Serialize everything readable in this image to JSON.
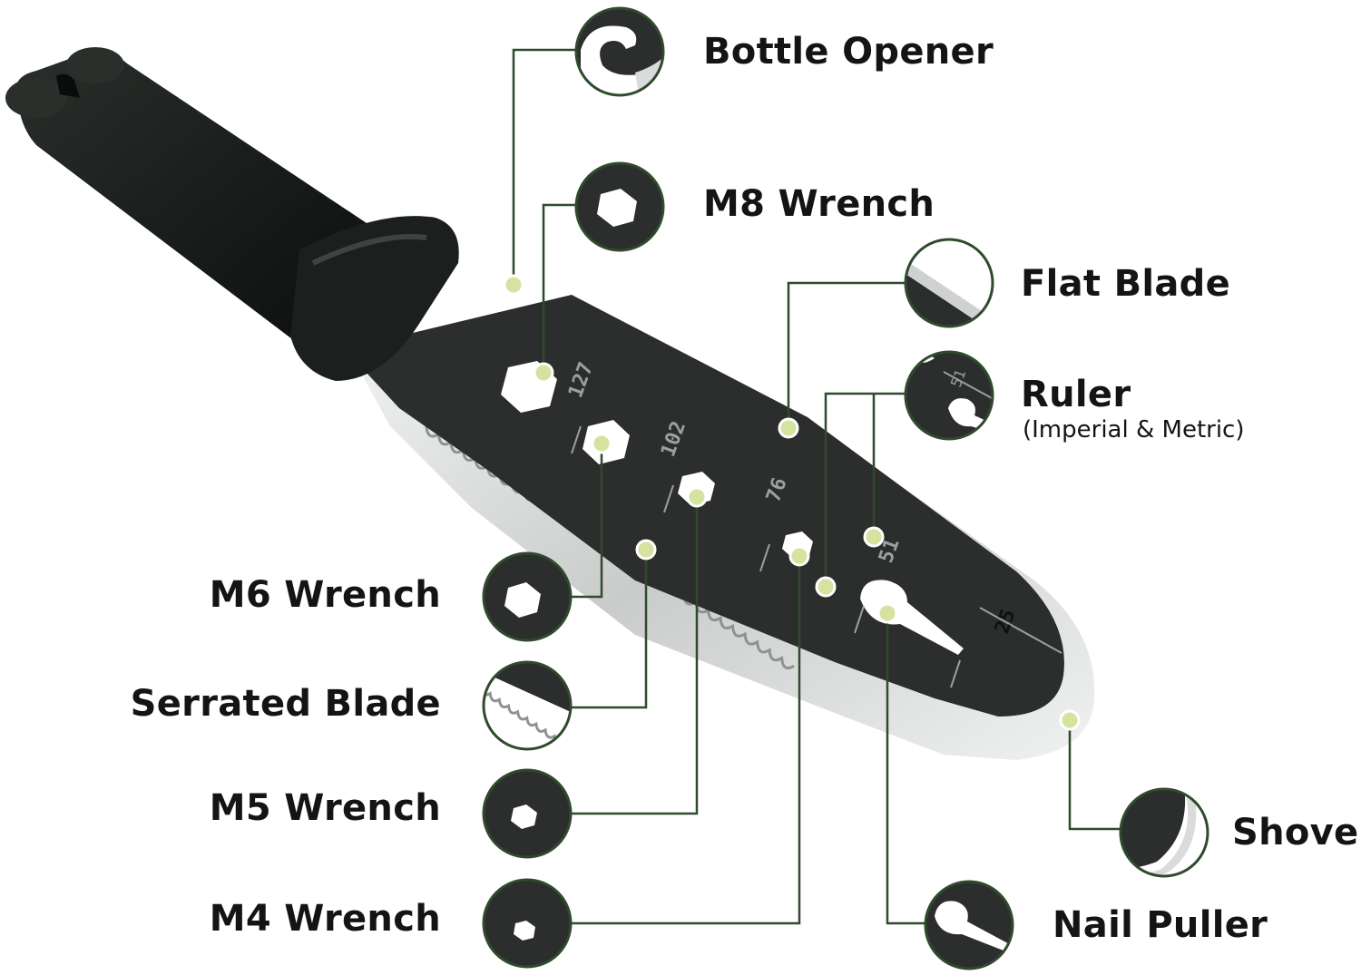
{
  "accent_color": "#2f4a2c",
  "dot_color": "#d6e2a0",
  "product": {
    "handle_color": "#1b1f1d",
    "blade_color": "#2b2e2d",
    "steel_color": "#d9dcdb",
    "ruler_marks": [
      "127",
      "102",
      "76",
      "51",
      "25"
    ]
  },
  "features": [
    {
      "id": "bottle-opener",
      "label": "Bottle Opener",
      "icon": "bottle-opener-icon"
    },
    {
      "id": "m8-wrench",
      "label": "M8 Wrench",
      "icon": "hex-wrench-icon"
    },
    {
      "id": "flat-blade",
      "label": "Flat Blade",
      "icon": "flat-blade-icon"
    },
    {
      "id": "ruler",
      "label": "Ruler",
      "sublabel": "(Imperial & Metric)",
      "icon": "ruler-icon"
    },
    {
      "id": "m6-wrench",
      "label": "M6 Wrench",
      "icon": "hex-wrench-icon"
    },
    {
      "id": "serrated-blade",
      "label": "Serrated Blade",
      "icon": "serrated-blade-icon"
    },
    {
      "id": "m5-wrench",
      "label": "M5 Wrench",
      "icon": "hex-wrench-icon"
    },
    {
      "id": "m4-wrench",
      "label": "M4 Wrench",
      "icon": "hex-wrench-icon"
    },
    {
      "id": "shovel",
      "label": "Shovel",
      "icon": "shovel-tip-icon"
    },
    {
      "id": "nail-puller",
      "label": "Nail Puller",
      "icon": "nail-puller-icon"
    }
  ]
}
